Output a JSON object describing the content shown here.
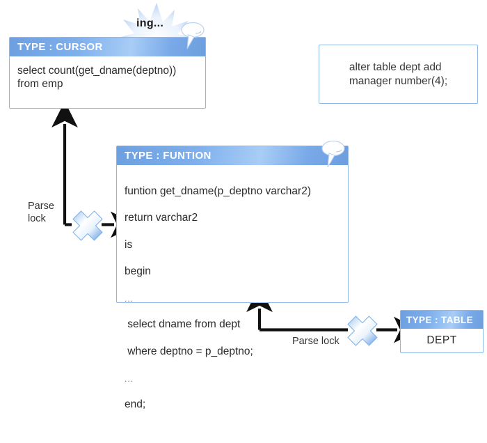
{
  "diagram": {
    "title": "Oracle parse lock dependency diagram",
    "accent_header_blue": "#7fb0ec",
    "box_border_blue": "#8fb8e8",
    "cross_icon_blue": "#6ea8e8",
    "arrow_color": "#111111"
  },
  "cursor_box": {
    "header": "TYPE : CURSOR",
    "code": "select count(get_dname(deptno))\nfrom emp"
  },
  "funtion_box": {
    "header": "TYPE : FUNTION",
    "code_line1": "funtion get_dname(p_deptno varchar2)",
    "code_line2": "return varchar2",
    "code_line3": "is",
    "code_line4": "begin",
    "code_line5": "...",
    "code_line6": " select dname from dept",
    "code_line7": " where deptno = p_deptno;",
    "code_line8": "...",
    "code_line9": "end;"
  },
  "alter_box": {
    "code": "alter table dept add\nmanager number(4);"
  },
  "table_box": {
    "header": "TYPE : TABLE",
    "name": "DEPT"
  },
  "labels": {
    "parse_lock_left": "Parse\nlock",
    "parse_lock_bottom": "Parse lock",
    "burst_text": "ing..."
  },
  "icons": {
    "cross_left": "cross-x-icon",
    "cross_bottom": "cross-x-icon",
    "burst": "starburst-icon",
    "pin_cursor": "speech-bubble-pin-icon",
    "pin_funtion": "speech-bubble-pin-icon",
    "arrow_up_left": "arrow-up-icon",
    "arrow_right_left": "arrow-right-icon",
    "arrow_up_bottom": "arrow-up-icon",
    "arrow_right_bottom": "arrow-right-icon"
  }
}
